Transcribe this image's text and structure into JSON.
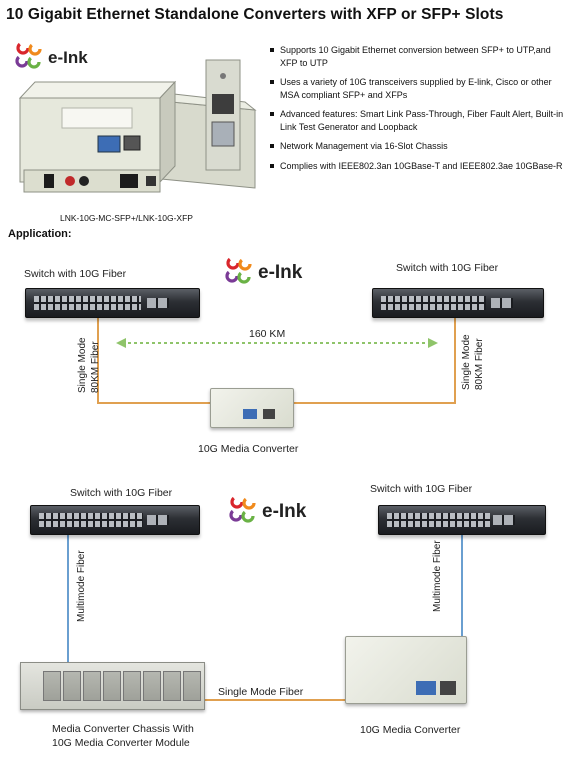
{
  "title": "10 Gigabit Ethernet Standalone Converters with XFP or SFP+ Slots",
  "brand": "e-Ink",
  "bullets": [
    "Supports 10 Gigabit Ethernet conversion between SFP+ to UTP,and XFP to UTP",
    "Uses a variety of 10G transceivers supplied by E-link, Cisco or other MSA compliant SFP+ and XFPs",
    "Advanced features: Smart Link Pass-Through, Fiber Fault Alert, Built-in Link Test Generator and Loopback",
    "Network Management via 16-Slot Chassis",
    "Complies with IEEE802.3an 10GBase-T and IEEE802.3ae 10GBase-R"
  ],
  "product_caption": "LNK-10G-MC-SFP+/LNK-10G-XFP",
  "application_label": "Application:",
  "diagram1": {
    "switch_left_label": "Switch with 10G Fiber",
    "switch_right_label": "Switch with 10G Fiber",
    "distance_label": "160 KM",
    "fiber_left_label_1": "Single Mode",
    "fiber_left_label_2": "80KM Fiber",
    "fiber_right_label_1": "Single Mode",
    "fiber_right_label_2": "80KM Fiber",
    "converter_label": "10G Media Converter"
  },
  "diagram2": {
    "switch_left_label": "Switch with 10G Fiber",
    "switch_right_label": "Switch with 10G Fiber",
    "fiber_left_label": "Multimode Fiber",
    "fiber_right_label": "Multimode Fiber",
    "link_label": "Single Mode Fiber",
    "chassis_label_1": "Media Converter Chassis With",
    "chassis_label_2": "10G Media Converter Module",
    "converter_label": "10G Media Converter"
  },
  "colors": {
    "fiber_single_mode": "#e0a050",
    "fiber_multimode": "#6a9fd0",
    "distance_arrow": "#8fc46a",
    "logo_red": "#d9262c",
    "logo_orange": "#f08a1c",
    "logo_purple": "#7a3b96",
    "logo_green": "#6ab245"
  }
}
